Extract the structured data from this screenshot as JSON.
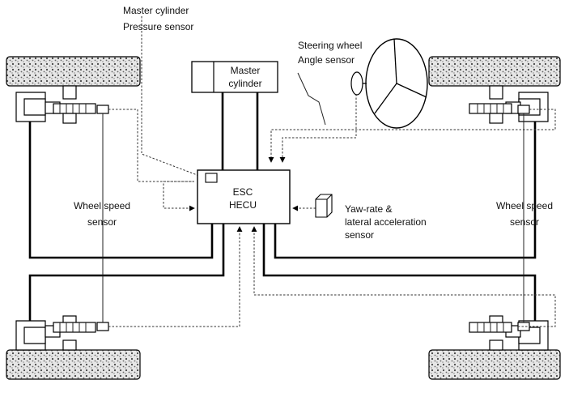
{
  "labels": {
    "mc_pressure_sensor_1": "Master cylinder",
    "mc_pressure_sensor_2": "Pressure sensor",
    "master_cylinder_1": "Master",
    "master_cylinder_2": "cylinder",
    "steering_sensor_1": "Steering wheel",
    "steering_sensor_2": "Angle sensor",
    "ecu_1": "ESC",
    "ecu_2": "HECU",
    "yaw_rate_1": "Yaw-rate &",
    "yaw_rate_2": "lateral acceleration",
    "yaw_rate_3": "sensor",
    "wheel_speed_left_1": "Wheel speed",
    "wheel_speed_left_2": "sensor",
    "wheel_speed_right_1": "Wheel speed",
    "wheel_speed_right_2": "sensor"
  },
  "colors": {
    "line": "#000000",
    "tire_fill": "#d9d9d9",
    "background": "#ffffff"
  }
}
